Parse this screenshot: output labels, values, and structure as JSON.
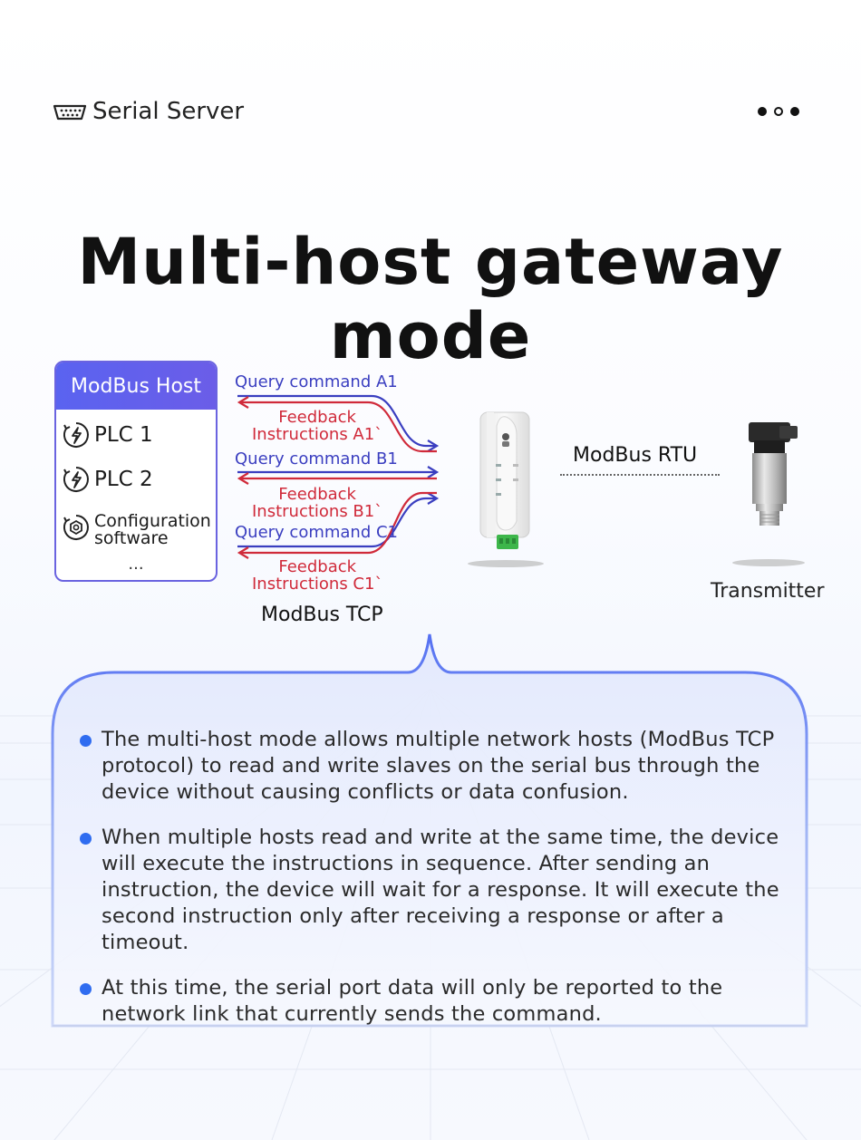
{
  "header": {
    "title": "Serial Server",
    "icon": "serial-port-icon"
  },
  "title": "Multi-host gateway mode",
  "host": {
    "title": "ModBus Host",
    "items": [
      {
        "label": "PLC 1",
        "icon": "plc-icon"
      },
      {
        "label": "PLC 2",
        "icon": "plc-icon"
      },
      {
        "label_line1": "Configuration",
        "label_line2": "software",
        "icon": "software-icon"
      }
    ],
    "more": "..."
  },
  "flows": [
    {
      "query": "Query command A1",
      "feedback_line1": "Feedback",
      "feedback_line2": "Instructions A1`"
    },
    {
      "query": "Query command B1",
      "feedback_line1": "Feedback",
      "feedback_line2": "Instructions B1`"
    },
    {
      "query": "Query command C1",
      "feedback_line1": "Feedback",
      "feedback_line2": "Instructions C1`"
    }
  ],
  "tcp_label": "ModBus TCP",
  "rtu_label": "ModBus RTU",
  "transmitter_label": "Transmitter",
  "bullets": [
    "The multi-host mode allows multiple network hosts (ModBus TCP protocol) to read and write slaves on the serial bus through the device without causing conflicts or data confusion.",
    "When multiple hosts read and write at the same time, the device will execute the instructions in sequence. After sending an instruction, the device will wait for a response. It will execute the second instruction only after receiving a response or after a timeout.",
    "At this time, the serial port data will only be reported to the network link that currently sends the command."
  ],
  "colors": {
    "query": "#3a3ec0",
    "feedback": "#d02a3a",
    "accent": "#5a63f0",
    "bullet": "#2f6cf0"
  }
}
